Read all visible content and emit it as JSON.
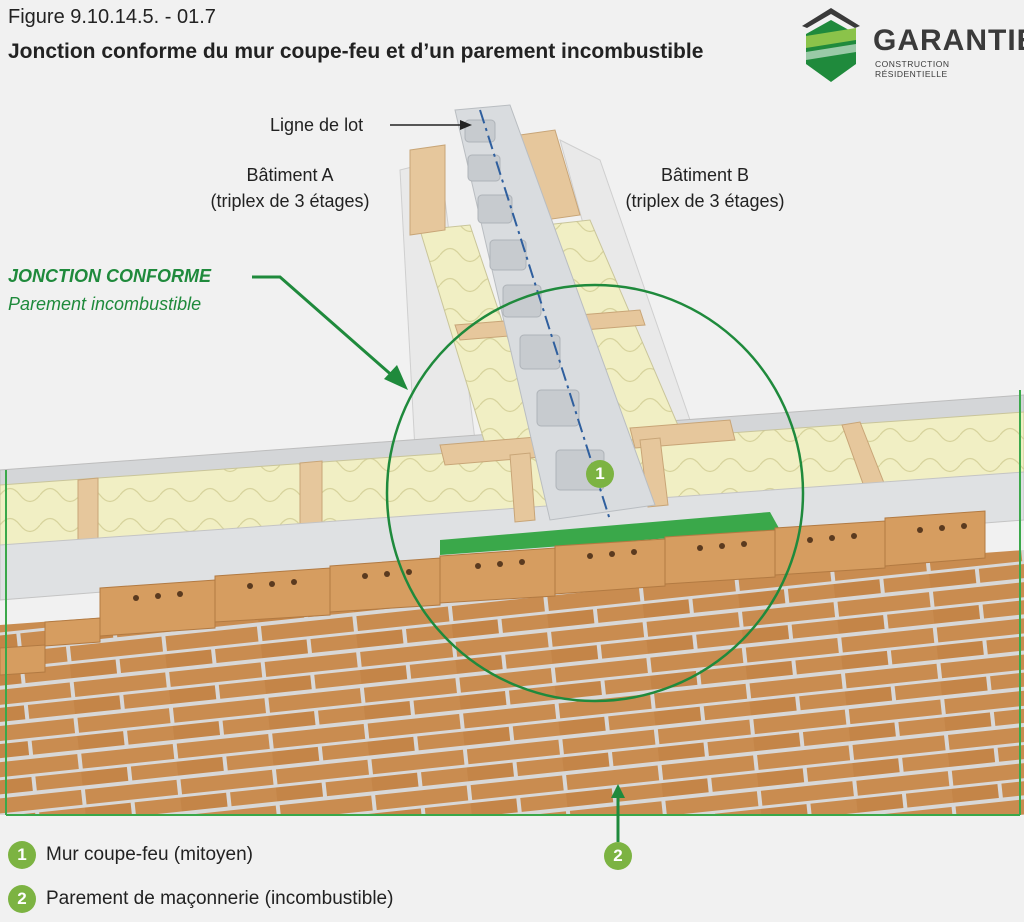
{
  "header": {
    "figure_number": "Figure 9.10.14.5. - 01.7",
    "title": "Jonction conforme du mur coupe-feu et d’un parement incombustible"
  },
  "logo": {
    "name": "GARANTIE",
    "tagline": "CONSTRUCTION RÉSIDENTIELLE"
  },
  "labels": {
    "lot_line": "Ligne de lot",
    "building_a": "Bâtiment A",
    "building_a_note": "(triplex de 3 étages)",
    "building_b": "Bâtiment B",
    "building_b_note": "(triplex de 3 étages)",
    "junction_title": "JONCTION CONFORME",
    "junction_subtitle": "Parement incombustible"
  },
  "callouts": [
    {
      "number": "1",
      "text": "Mur coupe-feu (mitoyen)"
    },
    {
      "number": "2",
      "text": "Parement de maçonnerie (incombustible)"
    }
  ],
  "colors": {
    "brand_green": "#1f8a3c",
    "badge_green": "#7cb342",
    "brick": "#c98c50",
    "insulation": "#f1efc4",
    "wood": "#e6c79c",
    "block": "#d9dcdf"
  }
}
